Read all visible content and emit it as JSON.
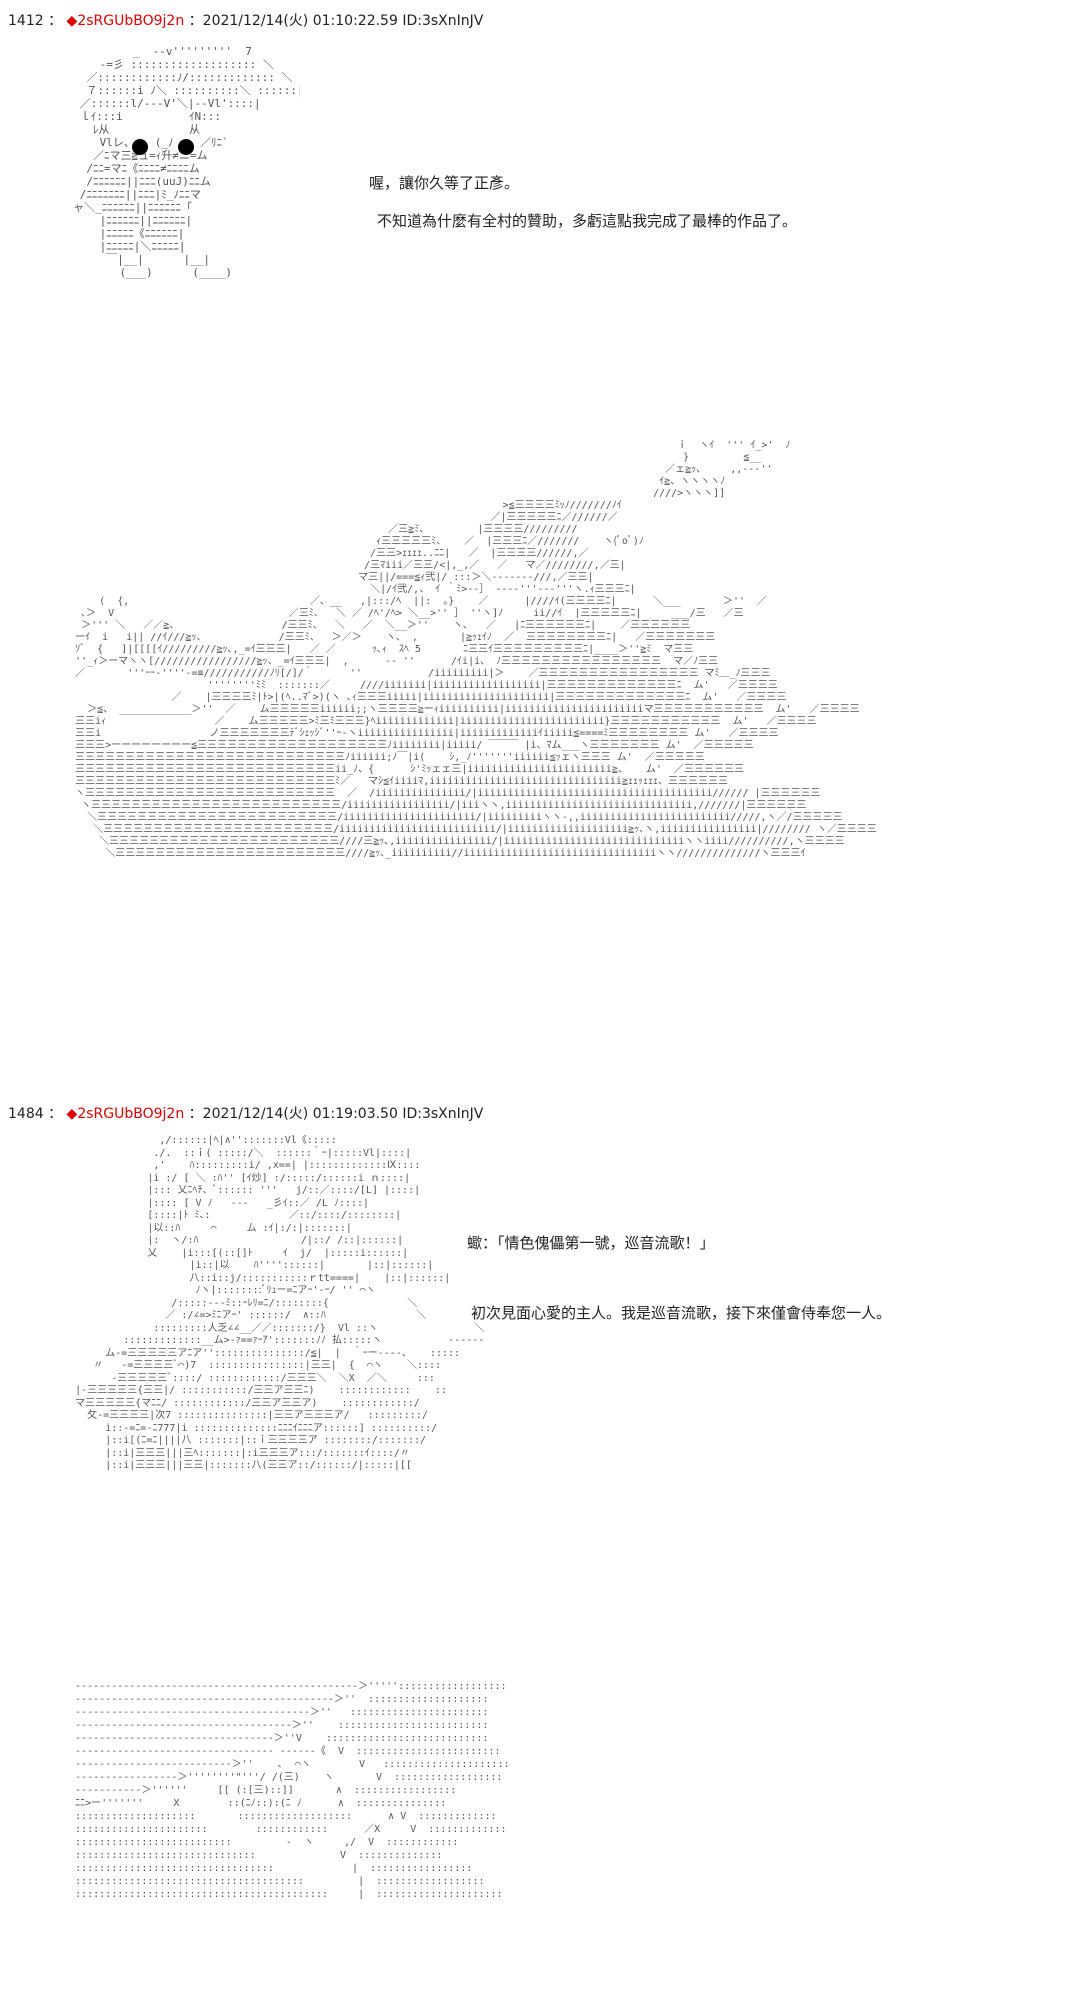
{
  "posts": [
    {
      "number": "1412",
      "separator": "：",
      "diamond": "◆",
      "trip": "2sRGUbBO9j2n",
      "datetime": "：2021/12/14(火) 01:10:22.59 ID:3sXnInJV",
      "lines": [
        "喔，讓你久等了正彥。",
        "不知道為什麼有全村的贊助，多虧這點我完成了最棒的作品了。"
      ],
      "face_text": "ヽ(ﾟoﾟ)ﾉ"
    },
    {
      "number": "1484",
      "separator": "：",
      "diamond": "◆",
      "trip": "2sRGUbBO9j2n",
      "datetime": "：2021/12/14(火) 01:19:03.50 ID:3sXnInJV",
      "lines": [
        "蠍：「情色傀儡第一號，巡音流歌！」",
        "初次見面心愛的主人。我是巡音流歌，接下來僅會侍奉您一人。"
      ]
    }
  ]
}
